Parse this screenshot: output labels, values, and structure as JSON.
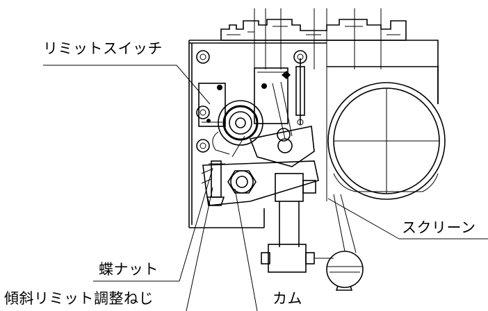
{
  "diagram": {
    "labels": {
      "limit_switch": "リミットスイッチ",
      "screen": "スクリーン",
      "wing_nut": "蝶ナット",
      "tilt_limit_screw": "傾斜リミット調整ねじ",
      "cam": "カム"
    }
  }
}
